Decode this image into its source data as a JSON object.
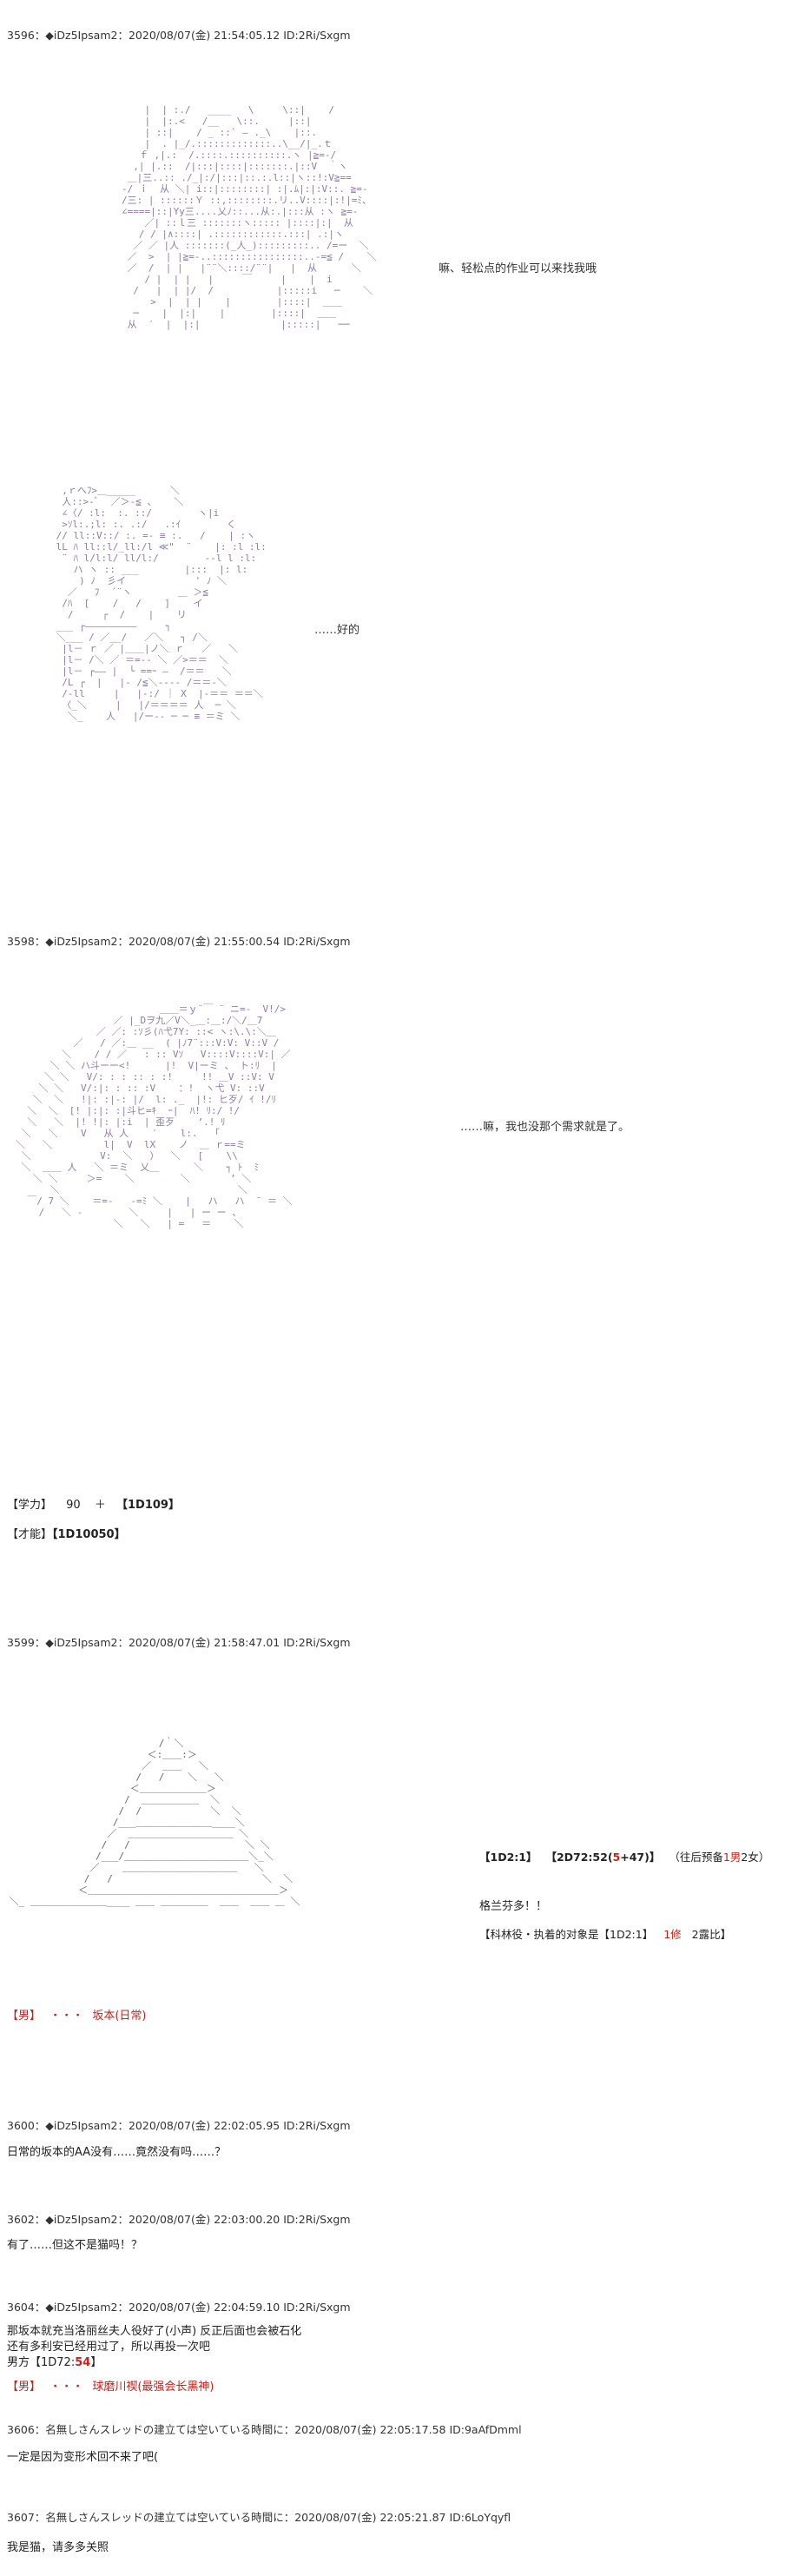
{
  "posts": [
    {
      "header": "3596：◆iDz5Ipsam2：2020/08/07(金) 21:54:05.12 ID:2Ri/Sxgm"
    },
    {
      "header": "3598：◆iDz5Ipsam2：2020/08/07(金) 21:55:00.54 ID:2Ri/Sxgm"
    },
    {
      "header": "3599：◆iDz5Ipsam2：2020/08/07(金) 21:58:47.01 ID:2Ri/Sxgm"
    },
    {
      "header": "3600：◆iDz5Ipsam2：2020/08/07(金) 22:02:05.95 ID:2Ri/Sxgm"
    },
    {
      "header": "3602：◆iDz5Ipsam2：2020/08/07(金) 22:03:00.20 ID:2Ri/Sxgm"
    },
    {
      "header": "3604：◆iDz5Ipsam2：2020/08/07(金) 22:04:59.10 ID:2Ri/Sxgm"
    },
    {
      "header": "3606：名無しさんスレッドの建立ては空いている時間に：2020/08/07(金) 22:05:17.58 ID:9aAfDmml"
    },
    {
      "header": "3607：名無しさんスレッドの建立ては空いている時間に：2020/08/07(金) 22:05:21.87 ID:6LoYqyfl"
    }
  ],
  "speech": {
    "p3596_a": "嘛、轻松点的作业可以来找我哦",
    "p3596_b": "……好的",
    "p3598_a": "……嘛，我也没那个需求就是了。",
    "p3599_roll_a": "【1D2:1】",
    "p3599_roll_b": "【2D72:52(",
    "p3599_roll_c": "5",
    "p3599_roll_d": "+47)】",
    "p3599_roll_e": "（往后预备",
    "p3599_roll_f": "1男",
    "p3599_roll_g": "2女）",
    "p3599_name": "格兰芬多！！",
    "p3599_target_a": "【科林役・执着的对象是【1D2:1】",
    "p3599_target_b": "1修",
    "p3599_target_c": "2露比】"
  },
  "stats": {
    "study_label": "【学力】",
    "study_value": "90",
    "plus": "＋",
    "study_roll": "【1D109】",
    "talent_label": "【才能】",
    "talent_roll": "【1D10050】"
  },
  "tags": {
    "male1_tag": "【男】",
    "male1_sep": "・・・",
    "male1_name": "坂本(日常)",
    "male2_tag": "【男】",
    "male2_sep": "・・・",
    "male2_name": "球磨川禊(最强会长黑神)"
  },
  "lines": {
    "p3600": "日常的坂本的AA没有……竟然没有吗……？",
    "p3602": "有了……但这不是猫吗！？",
    "p3604_a": "那坂本就充当洛丽丝夫人役好了(小声) 反正后面也会被石化",
    "p3604_b": "还有多利安已经用过了，所以再投一次吧",
    "p3604_c": "男方【1D72:",
    "p3604_c_red": "54",
    "p3604_c_end": "】",
    "p3606": "一定是因为变形术回不来了吧(",
    "p3607": "我是猫，请多多关照"
  },
  "art": {
    "aa1": "    |  | :./   ____   \\     \\::|    /\n    |  |:.<   /__   \\::.     |::|\n    | ::|    / _ ::` ― ._\\    |::.\n    |  . |_/.:::::::::::::..\\__/|_.ｔ\n   ｆ ,|.:  /.::::.::::::::::.ヽ |≧=-/\n  ,| |.::  /|:::|::::|:::::::.|::V  ｀ヽ\n ＿|三..:: ./_|:/|:::|::.:.l::|ヽ::!:V≧==\n-/ ｉ  从 ＼| i::|::::::::| :|.ﾑ|:|:V::. ≧=-\n/三: | ::::::Ｙ ::,::::::::.リ..V::::|:!|=ﾐ、\n∠====|::|Yy三....乂ﾉ::...从:.|:::从 :ヽ ≧=-\n    ／| ::ｌ三 :::::::ヽ::::: |::::|:|  从\n   / / |∧::::| .::::::::::::.:::| .:|ヽ\n  ／ ／ |人 :::::::(_人_):::::::::.. /=ー  ＼\n ／  >  | |≧=-..::::::::::::::::..-=≦ /    ＼\n ／  /  | |   |¨¨＼::::/¨¨|   |  从      ＼\n    / |  | |   |     ￣     |    |  i\n  /   |  | |/  /           |:::::i   ─    ＼\n     >  |  | |    |        |::::|  ＿＿\n  ─    |  |:|    |        |::::|  ＿＿\n 从  ′  |  |:|              |:::::|   ──",
    "aa2": "  ,ｒへﾌ>＿_____      ＼\n  人::>-ﾞ  ／＞-≦ 、   ＼\n  ∠〈/ :l:  :. ::/        ヽ|i\n  >ｿl:.;l: :. .:/   .:ｲ        く\n // ll::V::/ :. =- ≡ :.   /    | :ヽ\n lL ﾊ ll::l/_ll:/l ≪\"  ¨    |: :l :l:\n  ¨ ﾊ l/l:l/ ll/l:/        ‐‐l l :l:\n    ハ ヽ :: ___        |:::  |: l:\n     ) ﾉ  彡イ            ' ﾉ ＼\n   ／   ﾌ  ´¨ヽ        ＿ ＞≦\n  /ﾊ  [    /   /    ]    イ\n   /     ┌  /    |    リ\n ___ ┌―――――――――     ┐\n ＼___ / ／__/   ／＼   ┐ /＼\n  |l－ ｒ ／ |＿＿|ノ＼ ｒ   ／   ＼\n  |l－ /＼ ／ ＝=-‐ ＼ ／>＝＝  ＼\n  |l－ ┌―― |  └ ==ｰ ―  /＝＝   ＼\n  /L ┌  |   |- /≦＼‐‐‐‐ /＝＝‐＼\n  /-ll     |   |-:/ ｜ X  |‐＝＝ ＝＝＼\n  〈_＼     |   |/＝＝＝＝ 人  ─ ＼\n   ＼_    人   |/ー-- ─ ─ ≡ ＝ミ ＼",
    "aa3": "                         ＿＿＝ｙ¨￣ ¨ ニ=-  V!/>\n                 ／ |_Dヲ九／V＼_＿:＿:/＼/＿7\n              ／ ／: :ｿ彡(ﾊ弋7Y: ::< ヽ:\\.\\:＼＿\n          ／   / ／:＿ __  ( |ﾉ7¨:::V:V: V::V /\n        ＼    / / ／   : :: Vｿ   V::::V::::V:| ／\n      ＼ ＼ ハ斗ーー<!      |!  V|ーミ 、 ト:ﾘ  |\n     ＼ ＼   V/: : : :: : :!     !! ＿V ::V: V\n    ＼ ＼   V/:|: : :: :V    ：!  ヽ弋 V: ::V\n   ＼  ＼   !|: :|-: |/  l: ._  |!: ヒ歹/ ｲ !/ﾘ\n  ＼  ＼  [! |:|: :|斗ヒ=ｷ  ｰ|  ﾊ! ﾘ:/ !/\n  ＼   ＼  |! !|: |:i  | 歪歹    ’.! ﾘ\n ＼   ＼    V   从 人    ′    l:.   ｢\n＼   ＼         l|  V  lX    ノ  ＿ ｒ==ミ\n ＼            V:  ＼   ）  ＼   [    \\\\\n ＼  ＿＿ 人   ＼ ＝ミ  乂＿      ＼    ┐ ﾄ  ﾐ\n   ＼ ＼     ＞=    ＼        ＼       ’ ＼\n      ＼                               ＼\n  ￣/ 7 ＼    ＝=-   -=ﾐ ＼    |   ハ   ハ  ¨ ＝ ＼\n    /   ＼ ‐        ＼     |   | ー ー 、\n                 ＼   ＼   | =   ＝    ＼",
    "aa4": "                           /｀＼\n                         ＜:＿＿:＞\n                        ／  ＿＿   ＼\n                       /   /    ＼   ＼\n                      ＜＿＿＿＿＿＿＿＞\n                     /  ＿＿＿＿＿＿  ＼\n                    /  /            ＼  ＼\n                   /___＿＿＿＿＿＿＿＿____＼\n                  ／  ＿＿＿＿＿＿＿＿＿＿＿ ＼\n                 /   /                    ＼ ＼\n                /___/＿＿＿＿＿＿＿＿＿＿＿＿＿＼_＼\n               ／    ＿＿＿＿＿＿＿＿＿＿＿＿   ＼\n              /   /                          ＼  ＼\n             ＜＿＿＿＿＿＿＿＿＿＿＿＿＿＿＿＿＿＿＿＿＞\n ＼_ ＿＿＿＿＿＿＿＿____ ＿＿ ＿＿＿＿＿  ＿＿  ＿＿ ＿ ＼"
  }
}
